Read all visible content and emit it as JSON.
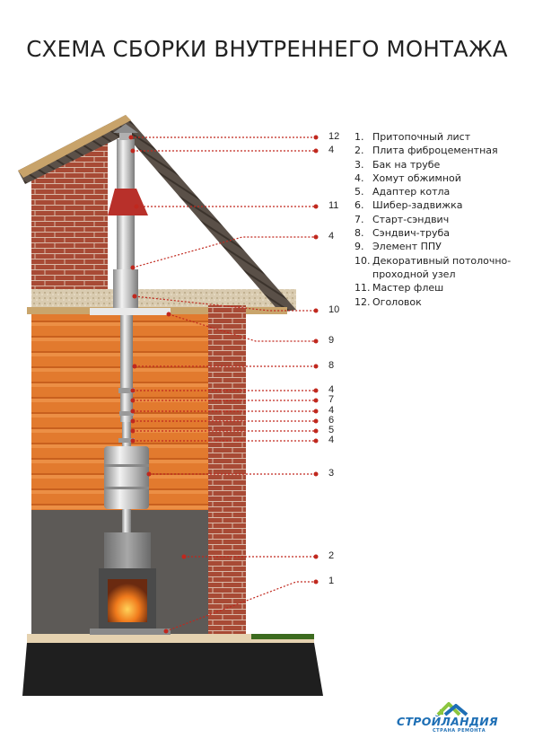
{
  "title": "СХЕМА СБОРКИ ВНУТРЕННЕГО МОНТАЖА",
  "callouts": [
    {
      "label": "12"
    },
    {
      "label": "4"
    },
    {
      "label": "11"
    },
    {
      "label": "4"
    },
    {
      "label": "10"
    },
    {
      "label": "9"
    },
    {
      "label": "8"
    },
    {
      "label": "4"
    },
    {
      "label": "7"
    },
    {
      "label": "4"
    },
    {
      "label": "6"
    },
    {
      "label": "5"
    },
    {
      "label": "4"
    },
    {
      "label": "3"
    },
    {
      "label": "2"
    },
    {
      "label": "1"
    }
  ],
  "legend": [
    {
      "num": "1.",
      "text": "Притопочный лист"
    },
    {
      "num": "2.",
      "text": "Плита фиброцементная"
    },
    {
      "num": "3.",
      "text": "Бак на трубе"
    },
    {
      "num": "4.",
      "text": "Хомут обжимной"
    },
    {
      "num": "5.",
      "text": "Адаптер котла"
    },
    {
      "num": "6.",
      "text": "Шибер-задвижка"
    },
    {
      "num": "7.",
      "text": "Старт-сэндвич"
    },
    {
      "num": "8.",
      "text": "Сэндвич-труба"
    },
    {
      "num": "9.",
      "text": "Элемент ППУ"
    },
    {
      "num": "10.",
      "text": "Декоративный потолочно-проходной узел"
    },
    {
      "num": "11.",
      "text": "Мастер флеш"
    },
    {
      "num": "12.",
      "text": "Оголовок"
    }
  ],
  "logo": {
    "name": "СТРОЙЛАНДИЯ",
    "tagline": "СТРАНА РЕМОНТА",
    "icon": "house-logo-icon"
  },
  "colors": {
    "callout_line": "#c0281e",
    "brick": "#a84a35",
    "wall_panel": "#e0782d",
    "roof_seal": "#b8302a",
    "logo_blue": "#1e6fb5",
    "logo_green": "#8cc63f"
  }
}
